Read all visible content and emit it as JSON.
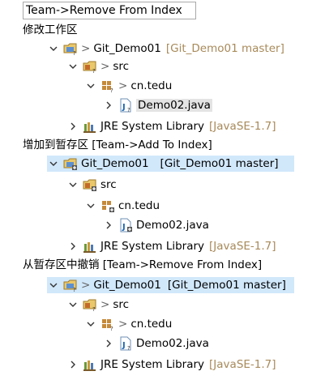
{
  "top_box": "Team->Remove From Index",
  "sections": [
    {
      "caption": "修改工作区",
      "tree": {
        "project": {
          "dirty": ">",
          "name": "Git_Demo01",
          "decoration": "[Git_Demo01 master]"
        },
        "src": {
          "dirty": ">",
          "name": "src"
        },
        "package": {
          "dirty": ">",
          "name": "cn.tedu"
        },
        "file": {
          "name": "Demo02.java"
        },
        "library": {
          "name": "JRE System Library",
          "decoration": "[JavaSE-1.7]"
        }
      }
    },
    {
      "caption": "增加到暂存区 [Team->Add To Index]",
      "tree": {
        "project": {
          "name": "Git_Demo01",
          "decoration": "[Git_Demo01 master]"
        },
        "src": {
          "name": "src"
        },
        "package": {
          "name": "cn.tedu"
        },
        "file": {
          "name": "Demo02.java"
        },
        "library": {
          "name": "JRE System Library",
          "decoration": "[JavaSE-1.7]"
        }
      }
    },
    {
      "caption": "从暂存区中撤销 [Team->Remove From Index]",
      "tree": {
        "project": {
          "dirty": ">",
          "name": "Git_Demo01",
          "decoration": "[Git_Demo01 master]"
        },
        "src": {
          "dirty": ">",
          "name": "src"
        },
        "package": {
          "dirty": ">",
          "name": "cn.tedu"
        },
        "file": {
          "name": "Demo02.java"
        },
        "library": {
          "name": "JRE System Library",
          "decoration": "[JavaSE-1.7]"
        }
      }
    }
  ],
  "colors": {
    "selection": "#d1e8fb",
    "decoration": "#a88a5a"
  }
}
